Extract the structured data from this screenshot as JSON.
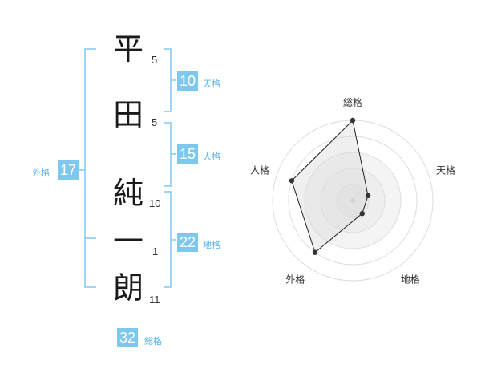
{
  "name": {
    "chars": [
      {
        "char": "平",
        "strokes": "5"
      },
      {
        "char": "田",
        "strokes": "5"
      },
      {
        "char": "純",
        "strokes": "10"
      },
      {
        "char": "一",
        "strokes": "1"
      },
      {
        "char": "朗",
        "strokes": "11"
      }
    ]
  },
  "fortune": {
    "tenkaku": {
      "value": "10",
      "label": "天格"
    },
    "jinkaku": {
      "value": "15",
      "label": "人格"
    },
    "chikaku": {
      "value": "22",
      "label": "地格"
    },
    "gaikaku": {
      "value": "17",
      "label": "外格"
    },
    "soukaku": {
      "value": "32",
      "label": "総格"
    }
  },
  "colors": {
    "accent": "#7ec8f0",
    "bracket": "#7ec8f0",
    "label": "#5ab4e6"
  },
  "chart_data": {
    "type": "radar",
    "axes": [
      "総格",
      "天格",
      "地格",
      "外格",
      "人格"
    ],
    "scale_max": 5,
    "rings": 5,
    "values": [
      5,
      1,
      1,
      4,
      4
    ]
  }
}
